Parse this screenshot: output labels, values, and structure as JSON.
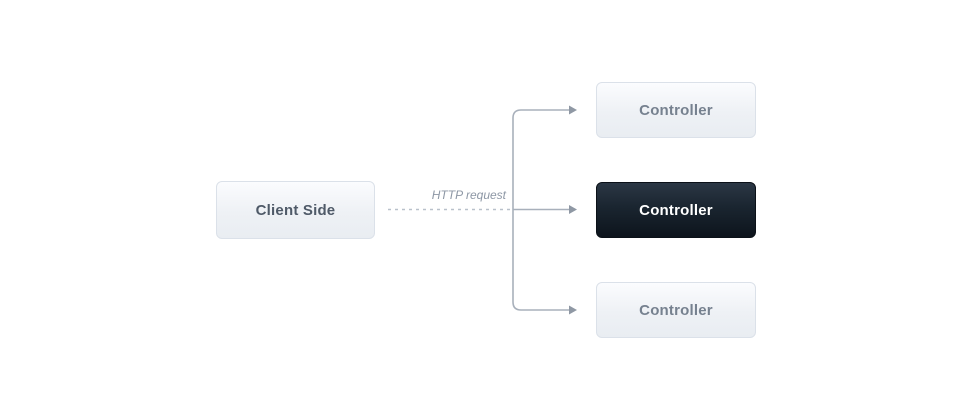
{
  "diagram": {
    "title": "client-to-controllers routing diagram",
    "client_box": {
      "label": "Client Side"
    },
    "arrow_label": "HTTP request",
    "controllers": [
      {
        "label": "Controller",
        "variant": "light"
      },
      {
        "label": "Controller",
        "variant": "dark"
      },
      {
        "label": "Controller",
        "variant": "light"
      }
    ],
    "colors": {
      "background": "#ffffff",
      "light_box_border": "#dbe1e9",
      "light_box_gradient_top": "#fbfcfe",
      "light_box_gradient_bottom": "#e9edf2",
      "dark_box_gradient_top": "#2b3744",
      "dark_box_gradient_bottom": "#0d141c",
      "client_text": "#4f5a68",
      "light_controller_text": "#76818f",
      "dark_controller_text": "#ffffff",
      "connector_line": "#a8b0bb",
      "dashed_line": "#b9c1cb",
      "arrowhead": "#8f98a4",
      "arrow_label_text": "#8d97a5"
    }
  }
}
